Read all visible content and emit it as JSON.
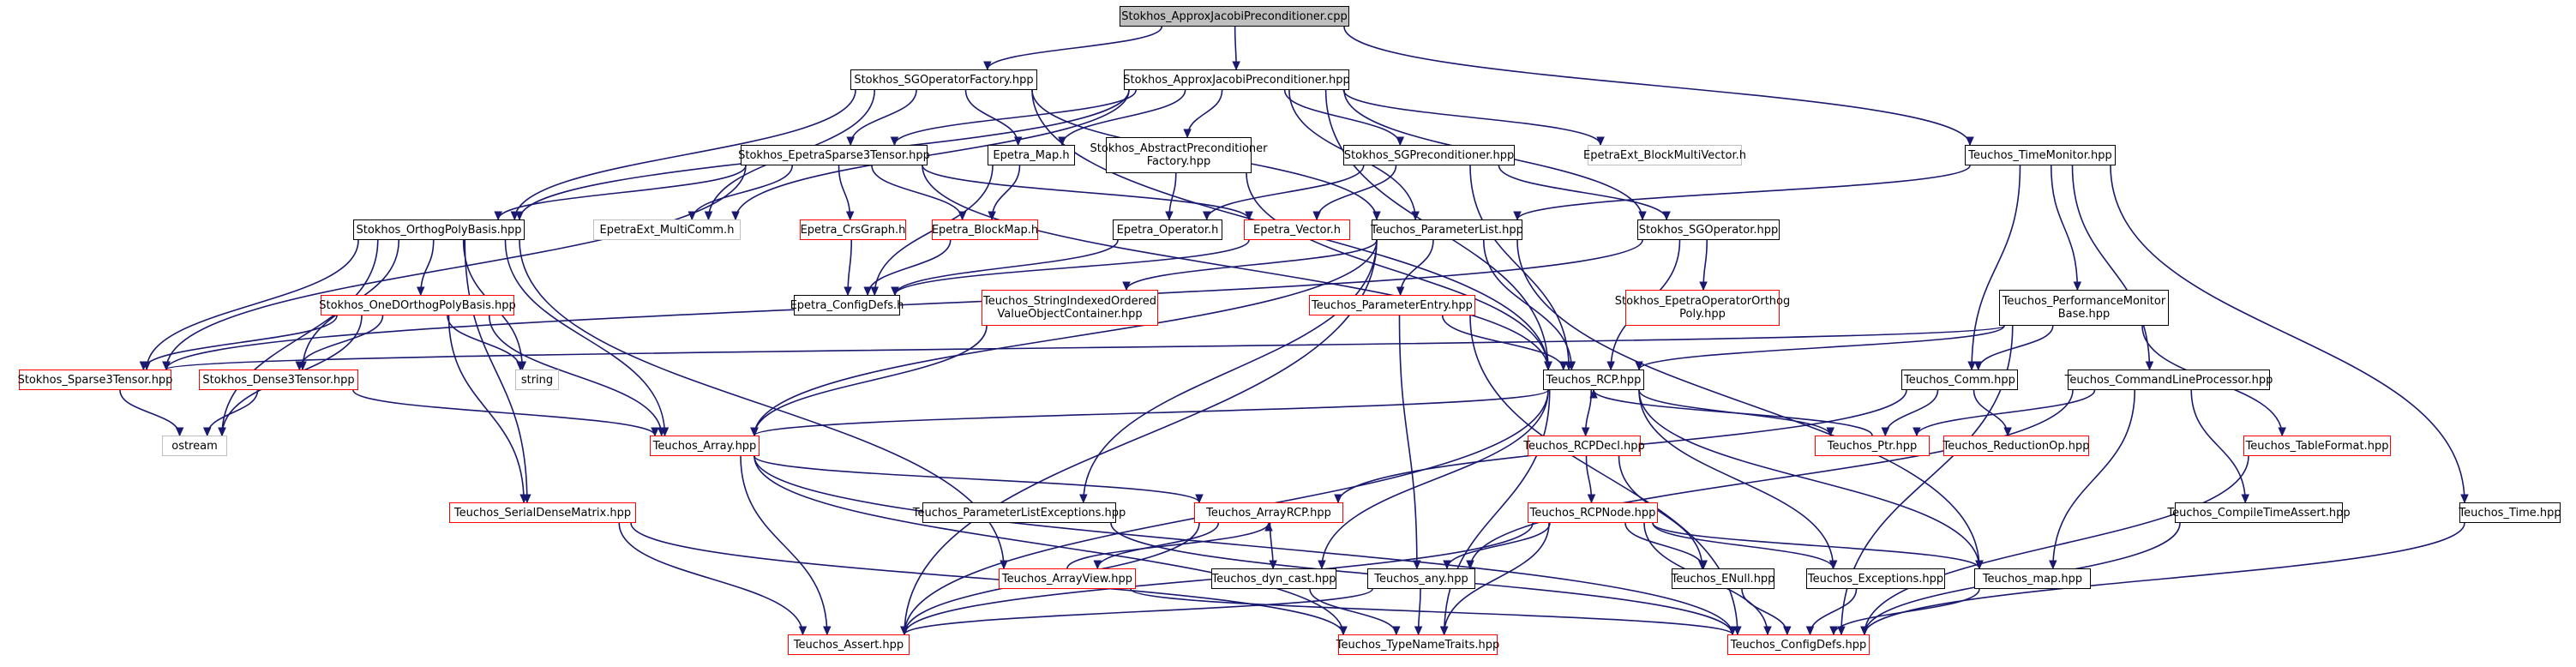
{
  "diagram": {
    "title": "Stokhos_ApproxJacobiPreconditioner.cpp",
    "colors": {
      "edge": "#191970",
      "root_fill": "#bfbfbf",
      "undocumented_border": "#ff0000",
      "external_border": "#bfbfbf",
      "documented_border": "#000000"
    },
    "nodes": [
      {
        "id": "root",
        "label": "Stokhos_ApproxJacobiPreconditioner.cpp",
        "kind": "root"
      },
      {
        "id": "sgfac",
        "label": "Stokhos_SGOperatorFactory.hpp",
        "kind": "documented"
      },
      {
        "id": "ajph",
        "label": "Stokhos_ApproxJacobiPreconditioner.hpp",
        "kind": "documented"
      },
      {
        "id": "tmon",
        "label": "Teuchos_TimeMonitor.hpp",
        "kind": "documented"
      },
      {
        "id": "eps3",
        "label": "Stokhos_EpetraSparse3Tensor.hpp",
        "kind": "documented"
      },
      {
        "id": "emap",
        "label": "Epetra_Map.h",
        "kind": "documented"
      },
      {
        "id": "apfac",
        "label": "Stokhos_AbstractPreconditioner\nFactory.hpp",
        "kind": "documented"
      },
      {
        "id": "sgpre",
        "label": "Stokhos_SGPreconditioner.hpp",
        "kind": "documented"
      },
      {
        "id": "blkmv",
        "label": "EpetraExt_BlockMultiVector.h",
        "kind": "external"
      },
      {
        "id": "opb",
        "label": "Stokhos_OrthogPolyBasis.hpp",
        "kind": "documented"
      },
      {
        "id": "mcomm",
        "label": "EpetraExt_MultiComm.h",
        "kind": "external"
      },
      {
        "id": "crs",
        "label": "Epetra_CrsGraph.h",
        "kind": "undocumented"
      },
      {
        "id": "bmap",
        "label": "Epetra_BlockMap.h",
        "kind": "undocumented"
      },
      {
        "id": "eop",
        "label": "Epetra_Operator.h",
        "kind": "documented"
      },
      {
        "id": "evec",
        "label": "Epetra_Vector.h",
        "kind": "undocumented"
      },
      {
        "id": "plist",
        "label": "Teuchos_ParameterList.hpp",
        "kind": "documented"
      },
      {
        "id": "sgop",
        "label": "Stokhos_SGOperator.hpp",
        "kind": "documented"
      },
      {
        "id": "pmb",
        "label": "Teuchos_PerformanceMonitor\nBase.hpp",
        "kind": "documented"
      },
      {
        "id": "od",
        "label": "Stokhos_OneDOrthogPolyBasis.hpp",
        "kind": "undocumented"
      },
      {
        "id": "cfg",
        "label": "Epetra_ConfigDefs.h",
        "kind": "documented"
      },
      {
        "id": "sio",
        "label": "Teuchos_StringIndexedOrdered\nValueObjectContainer.hpp",
        "kind": "undocumented"
      },
      {
        "id": "pe",
        "label": "Teuchos_ParameterEntry.hpp",
        "kind": "undocumented"
      },
      {
        "id": "eopo",
        "label": "Stokhos_EpetraOperatorOrthog\nPoly.hpp",
        "kind": "undocumented"
      },
      {
        "id": "s3t",
        "label": "Stokhos_Sparse3Tensor.hpp",
        "kind": "undocumented"
      },
      {
        "id": "d3t",
        "label": "Stokhos_Dense3Tensor.hpp",
        "kind": "undocumented"
      },
      {
        "id": "str",
        "label": "string",
        "kind": "external"
      },
      {
        "id": "rcp",
        "label": "Teuchos_RCP.hpp",
        "kind": "documented"
      },
      {
        "id": "comm",
        "label": "Teuchos_Comm.hpp",
        "kind": "documented"
      },
      {
        "id": "clp",
        "label": "Teuchos_CommandLineProcessor.hpp",
        "kind": "documented"
      },
      {
        "id": "ost",
        "label": "ostream",
        "kind": "external"
      },
      {
        "id": "arr",
        "label": "Teuchos_Array.hpp",
        "kind": "undocumented"
      },
      {
        "id": "rcpd",
        "label": "Teuchos_RCPDecl.hpp",
        "kind": "undocumented"
      },
      {
        "id": "ptr",
        "label": "Teuchos_Ptr.hpp",
        "kind": "undocumented"
      },
      {
        "id": "rop",
        "label": "Teuchos_ReductionOp.hpp",
        "kind": "undocumented"
      },
      {
        "id": "tfmt",
        "label": "Teuchos_TableFormat.hpp",
        "kind": "undocumented"
      },
      {
        "id": "sdm",
        "label": "Teuchos_SerialDenseMatrix.hpp",
        "kind": "undocumented"
      },
      {
        "id": "ple",
        "label": "Teuchos_ParameterListExceptions.hpp",
        "kind": "documented"
      },
      {
        "id": "arcp",
        "label": "Teuchos_ArrayRCP.hpp",
        "kind": "undocumented"
      },
      {
        "id": "rcpn",
        "label": "Teuchos_RCPNode.hpp",
        "kind": "undocumented"
      },
      {
        "id": "cta",
        "label": "Teuchos_CompileTimeAssert.hpp",
        "kind": "documented"
      },
      {
        "id": "time",
        "label": "Teuchos_Time.hpp",
        "kind": "documented"
      },
      {
        "id": "av",
        "label": "Teuchos_ArrayView.hpp",
        "kind": "undocumented"
      },
      {
        "id": "dync",
        "label": "Teuchos_dyn_cast.hpp",
        "kind": "documented"
      },
      {
        "id": "any",
        "label": "Teuchos_any.hpp",
        "kind": "documented"
      },
      {
        "id": "enull",
        "label": "Teuchos_ENull.hpp",
        "kind": "documented"
      },
      {
        "id": "exc",
        "label": "Teuchos_Exceptions.hpp",
        "kind": "documented"
      },
      {
        "id": "map",
        "label": "Teuchos_map.hpp",
        "kind": "documented"
      },
      {
        "id": "asrt",
        "label": "Teuchos_Assert.hpp",
        "kind": "undocumented"
      },
      {
        "id": "tnt",
        "label": "Teuchos_TypeNameTraits.hpp",
        "kind": "undocumented"
      },
      {
        "id": "tcfg",
        "label": "Teuchos_ConfigDefs.hpp",
        "kind": "undocumented"
      }
    ],
    "edges": [
      [
        "root",
        "sgfac"
      ],
      [
        "root",
        "ajph"
      ],
      [
        "root",
        "tmon"
      ],
      [
        "sgfac",
        "eps3"
      ],
      [
        "sgfac",
        "emap"
      ],
      [
        "sgfac",
        "opb"
      ],
      [
        "sgfac",
        "mcomm"
      ],
      [
        "sgfac",
        "rcp"
      ],
      [
        "sgfac",
        "plist"
      ],
      [
        "ajph",
        "eps3"
      ],
      [
        "ajph",
        "emap"
      ],
      [
        "ajph",
        "apfac"
      ],
      [
        "ajph",
        "sgpre"
      ],
      [
        "ajph",
        "blkmv"
      ],
      [
        "ajph",
        "mcomm"
      ],
      [
        "ajph",
        "plist"
      ],
      [
        "ajph",
        "sgop"
      ],
      [
        "ajph",
        "opb"
      ],
      [
        "ajph",
        "rcp"
      ],
      [
        "tmon",
        "plist"
      ],
      [
        "tmon",
        "pmb"
      ],
      [
        "tmon",
        "comm"
      ],
      [
        "tmon",
        "clp"
      ],
      [
        "tmon",
        "time"
      ],
      [
        "eps3",
        "opb"
      ],
      [
        "eps3",
        "mcomm"
      ],
      [
        "eps3",
        "crs"
      ],
      [
        "eps3",
        "bmap"
      ],
      [
        "eps3",
        "evec"
      ],
      [
        "eps3",
        "s3t"
      ],
      [
        "eps3",
        "rcp"
      ],
      [
        "emap",
        "bmap"
      ],
      [
        "emap",
        "cfg"
      ],
      [
        "apfac",
        "eop"
      ],
      [
        "apfac",
        "rcp"
      ],
      [
        "sgpre",
        "eop"
      ],
      [
        "sgpre",
        "sgop"
      ],
      [
        "sgpre",
        "rcp"
      ],
      [
        "sgpre",
        "evec"
      ],
      [
        "opb",
        "od"
      ],
      [
        "opb",
        "s3t"
      ],
      [
        "opb",
        "d3t"
      ],
      [
        "opb",
        "str"
      ],
      [
        "opb",
        "ost"
      ],
      [
        "opb",
        "arr"
      ],
      [
        "opb",
        "sdm"
      ],
      [
        "opb",
        "av"
      ],
      [
        "crs",
        "cfg"
      ],
      [
        "bmap",
        "cfg"
      ],
      [
        "eop",
        "cfg"
      ],
      [
        "evec",
        "cfg"
      ],
      [
        "plist",
        "sio"
      ],
      [
        "plist",
        "pe"
      ],
      [
        "plist",
        "rcp"
      ],
      [
        "plist",
        "arr"
      ],
      [
        "plist",
        "ple"
      ],
      [
        "plist",
        "map"
      ],
      [
        "plist",
        "asrt"
      ],
      [
        "sgop",
        "eopo"
      ],
      [
        "sgop",
        "rcp"
      ],
      [
        "sgop",
        "s3t"
      ],
      [
        "pmb",
        "comm"
      ],
      [
        "pmb",
        "tfmt"
      ],
      [
        "pmb",
        "s3t"
      ],
      [
        "pmb",
        "rcp"
      ],
      [
        "pmb",
        "tcfg"
      ],
      [
        "od",
        "s3t"
      ],
      [
        "od",
        "d3t"
      ],
      [
        "od",
        "str"
      ],
      [
        "od",
        "ost"
      ],
      [
        "od",
        "arr"
      ],
      [
        "od",
        "sdm"
      ],
      [
        "sio",
        "arr"
      ],
      [
        "pe",
        "rcp"
      ],
      [
        "pe",
        "any"
      ],
      [
        "pe",
        "tcfg"
      ],
      [
        "s3t",
        "ost"
      ],
      [
        "d3t",
        "ost"
      ],
      [
        "d3t",
        "arr"
      ],
      [
        "rcp",
        "rcpd"
      ],
      [
        "rcp",
        "ptr"
      ],
      [
        "rcp",
        "arr"
      ],
      [
        "rcp",
        "dync"
      ],
      [
        "rcp",
        "exc"
      ],
      [
        "rcp",
        "map"
      ],
      [
        "rcp",
        "tnt"
      ],
      [
        "rcp",
        "asrt"
      ],
      [
        "comm",
        "rop"
      ],
      [
        "comm",
        "ptr"
      ],
      [
        "comm",
        "arcp"
      ],
      [
        "clp",
        "ptr"
      ],
      [
        "clp",
        "any"
      ],
      [
        "clp",
        "cta"
      ],
      [
        "clp",
        "map"
      ],
      [
        "arr",
        "arcp"
      ],
      [
        "arr",
        "asrt"
      ],
      [
        "arr",
        "tnt"
      ],
      [
        "arr",
        "tcfg"
      ],
      [
        "rcpd",
        "rcpn"
      ],
      [
        "rcpd",
        "enull"
      ],
      [
        "ptr",
        "rcp"
      ],
      [
        "tfmt",
        "tcfg"
      ],
      [
        "sdm",
        "asrt"
      ],
      [
        "sdm",
        "tnt"
      ],
      [
        "ple",
        "tcfg"
      ],
      [
        "arcp",
        "av"
      ],
      [
        "arcp",
        "dync"
      ],
      [
        "arcp",
        "asrt"
      ],
      [
        "rcpn",
        "any"
      ],
      [
        "rcpn",
        "enull"
      ],
      [
        "rcpn",
        "exc"
      ],
      [
        "rcpn",
        "map"
      ],
      [
        "rcpn",
        "tnt"
      ],
      [
        "rcpn",
        "asrt"
      ],
      [
        "rcpn",
        "tcfg"
      ],
      [
        "cta",
        "tcfg"
      ],
      [
        "time",
        "tcfg"
      ],
      [
        "av",
        "arcp"
      ],
      [
        "av",
        "tcfg"
      ],
      [
        "dync",
        "tnt"
      ],
      [
        "any",
        "asrt"
      ],
      [
        "any",
        "tnt"
      ],
      [
        "enull",
        "tcfg"
      ],
      [
        "exc",
        "tcfg"
      ],
      [
        "map",
        "tcfg"
      ]
    ]
  }
}
